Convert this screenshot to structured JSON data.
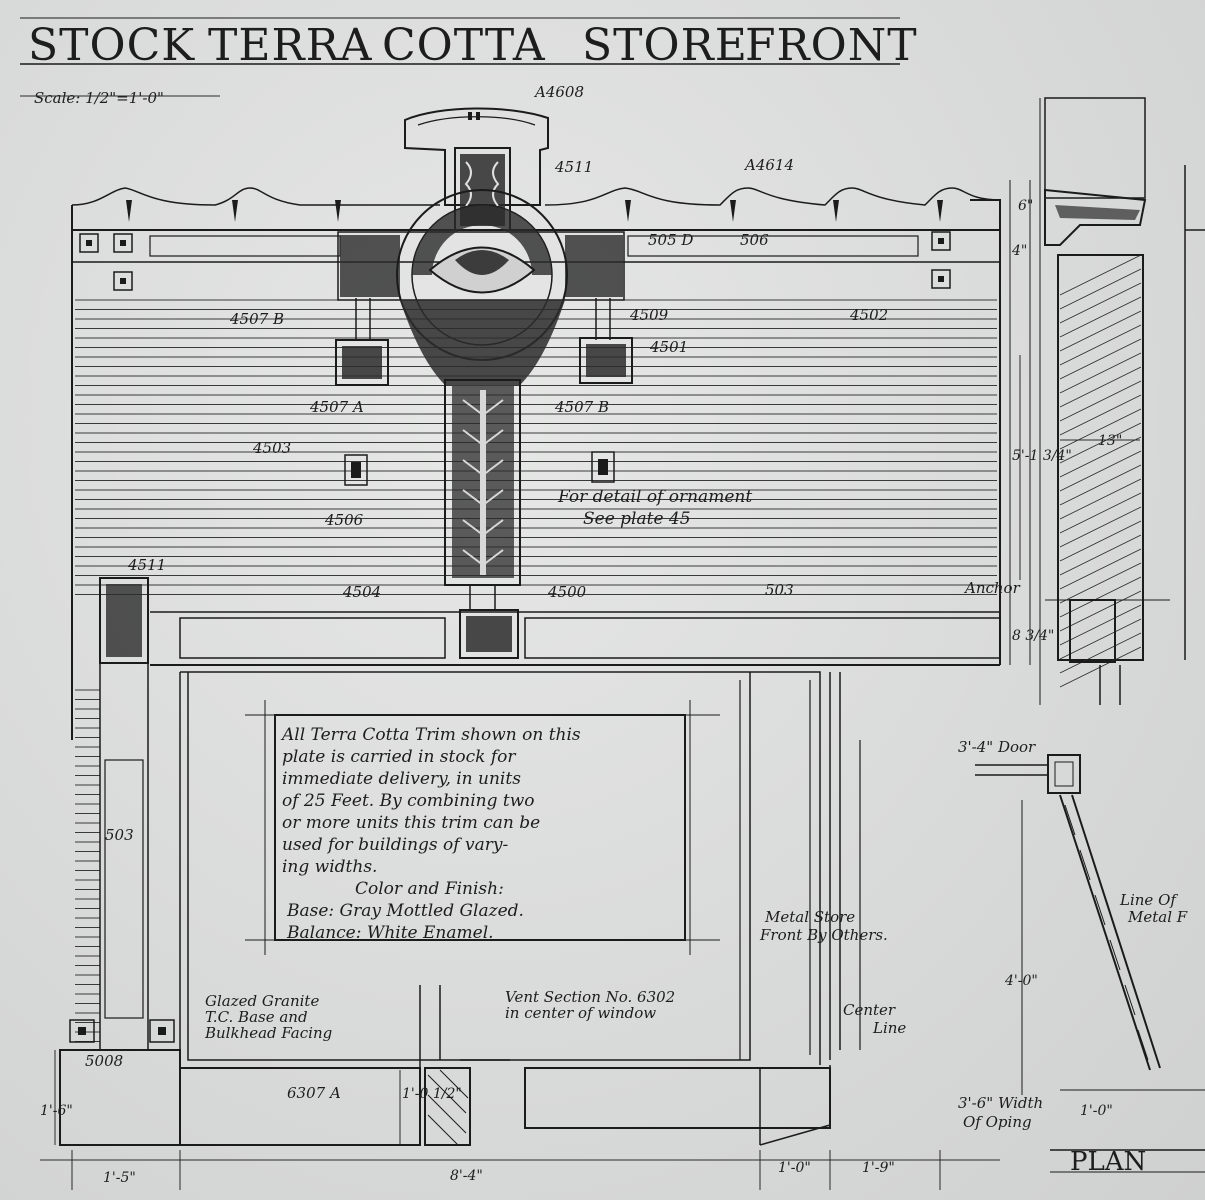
{
  "title": {
    "part1": "STOCK",
    "part2": "TERRA",
    "part3": "COTTA",
    "part4": "STORE",
    "part5": "FRONT"
  },
  "scale": "Scale: 1/2\"=1'-0\"",
  "labels": {
    "a4608": "A4608",
    "a4511_top": "4511",
    "a4614": "A4614",
    "a505d": "505 D",
    "a506": "506",
    "a4507b_left": "4507 B",
    "a4509": "4509",
    "a4502": "4502",
    "a4501": "4501",
    "a4507a": "4507 A",
    "a4507b_right": "4507 B",
    "a4503": "4503",
    "a4506": "4506",
    "a4511_side": "4511",
    "a4504": "4504",
    "a4500": "4500",
    "a503": "503",
    "a503_side": "503",
    "a5008": "5008",
    "a6307a": "6307 A",
    "anchor": "Anchor"
  },
  "ornament_note": {
    "line1": "For detail of ornament",
    "line2": "See plate 45"
  },
  "stock_note": {
    "lines": [
      "All Terra Cotta Trim shown on this",
      "plate is carried in stock for",
      "immediate delivery, in units",
      "of 25 Feet. By combining two",
      "or more units this trim can be",
      "used for buildings of vary-",
      "ing widths."
    ],
    "heading": "Color and Finish:",
    "base": "Base: Gray Mottled Glazed.",
    "balance": "Balance: White Enamel."
  },
  "side_notes": {
    "glazed_line1": "Glazed Granite",
    "glazed_line2": "T.C. Base and",
    "glazed_line3": "Bulkhead Facing",
    "vent_line1": "Vent Section No. 6302",
    "vent_line2": "in center of window",
    "metal_line1": "Metal Store",
    "metal_line2": "Front By Others.",
    "center_line1": "Center",
    "center_line2": "Line",
    "line_of_line1": "Line Of",
    "line_of_line2": "Metal F",
    "door": "3'-4\" Door",
    "width_line1": "3'-6\" Width",
    "width_line2": "Of Oping"
  },
  "dimensions": {
    "d_1_5": "1'-5\"",
    "d_8_4": "8'-4\"",
    "d_1_0_bottom": "1'-0\"",
    "d_1_9": "1'-9\"",
    "d_1_6": "1'-6\"",
    "d_1_0_vert": "1'-0 1/2\"",
    "d_5_1": "5'-1 3/4\"",
    "d_13": "13\"",
    "d_4_0": "4'-0\"",
    "d_1_0_plan": "1'-0\"",
    "d_8": "8 3/4\"",
    "d_4": "4\"",
    "d_6": "6\""
  },
  "plan_label": "PLAN"
}
